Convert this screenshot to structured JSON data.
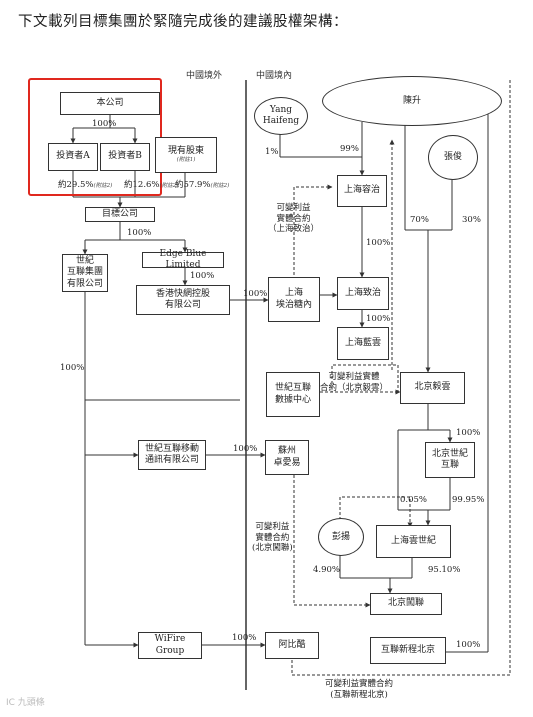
{
  "heading": "下文載列目標集團於緊隨完成後的建議股權架構：",
  "columns": {
    "outside": "中國境外",
    "inside": "中國境內"
  },
  "entities": {
    "company": "本公司",
    "investor_a": "投資者A",
    "investor_b": "投資者B",
    "existing": "現有股東",
    "existing_note": "(附註1)",
    "target": "目標公司",
    "century_group": "世紀\n互聯集團\n有限公司",
    "edge_blue": "Edge Blue Limited",
    "hk_kuaiwang": "香港快網控股\n有限公司",
    "shanghai_aijie": "上海\n埃治糖內",
    "shanghai_rongzhi": "上海容治",
    "shanghai_zhizhi": "上海致治",
    "shanghai_lanyun": "上海藍雲",
    "century_datacenter": "世紀互聯\n數據中心",
    "beijing_yiyun": "北京毅雲",
    "beijing_century": "北京世紀\n互聯",
    "century_mobile": "世紀互聯移動\n通訊有限公司",
    "suzhou": "蘇州\n卓愛易",
    "shanghai_yunshiji": "上海雲世紀",
    "beijing_chuanglian": "北京闖聯",
    "wifire_group": "WiFire Group",
    "abiku": "阿比酷",
    "hulian_beijing": "互聯新程北京"
  },
  "persons": {
    "yang": "Yang\nHaifeng",
    "chen": "陳升",
    "zhang": "張俊",
    "peng": "彭揚"
  },
  "percentages": {
    "company_investors": "100%",
    "inv_a": "約29.5%",
    "inv_a_note": "(附註2)",
    "inv_b": "約12.6%",
    "inv_b_note": "(附註2)",
    "existing": "約57.9%",
    "existing_note": "(附註2)",
    "target_century": "100%",
    "edge_hk": "100%",
    "hk_aijie": "100%",
    "century_left": "100%",
    "yang_pct": "1%",
    "chen_pct": "99%",
    "rong_zhi": "100%",
    "zhi_lan": "100%",
    "chen_yiyun": "70%",
    "zhang_yiyun": "30%",
    "yiyun_bjc": "100%",
    "mobile_suzhou": "100%",
    "yiyun_yunshiji": "0.05%",
    "bjc_yunshiji": "99.95%",
    "peng_pct": "4.90%",
    "yunshiji_pct": "95.10%",
    "wifire_abiku": "100%",
    "hulian_up": "100%"
  },
  "vie_labels": {
    "shanghai": "可變利益\n實體合約\n（上海致治）",
    "beijing_yiyun": "可變利益實體\n合約（北京毅雲）",
    "beijing_chuanglian": "可變利益\n實體合約\n(北京闖聯)",
    "hulian": "可變利益實體合約\n(互聯新程北京)"
  },
  "watermark": "IC 九頭條",
  "colors": {
    "highlight": "#e0281e",
    "line": "#333333"
  }
}
